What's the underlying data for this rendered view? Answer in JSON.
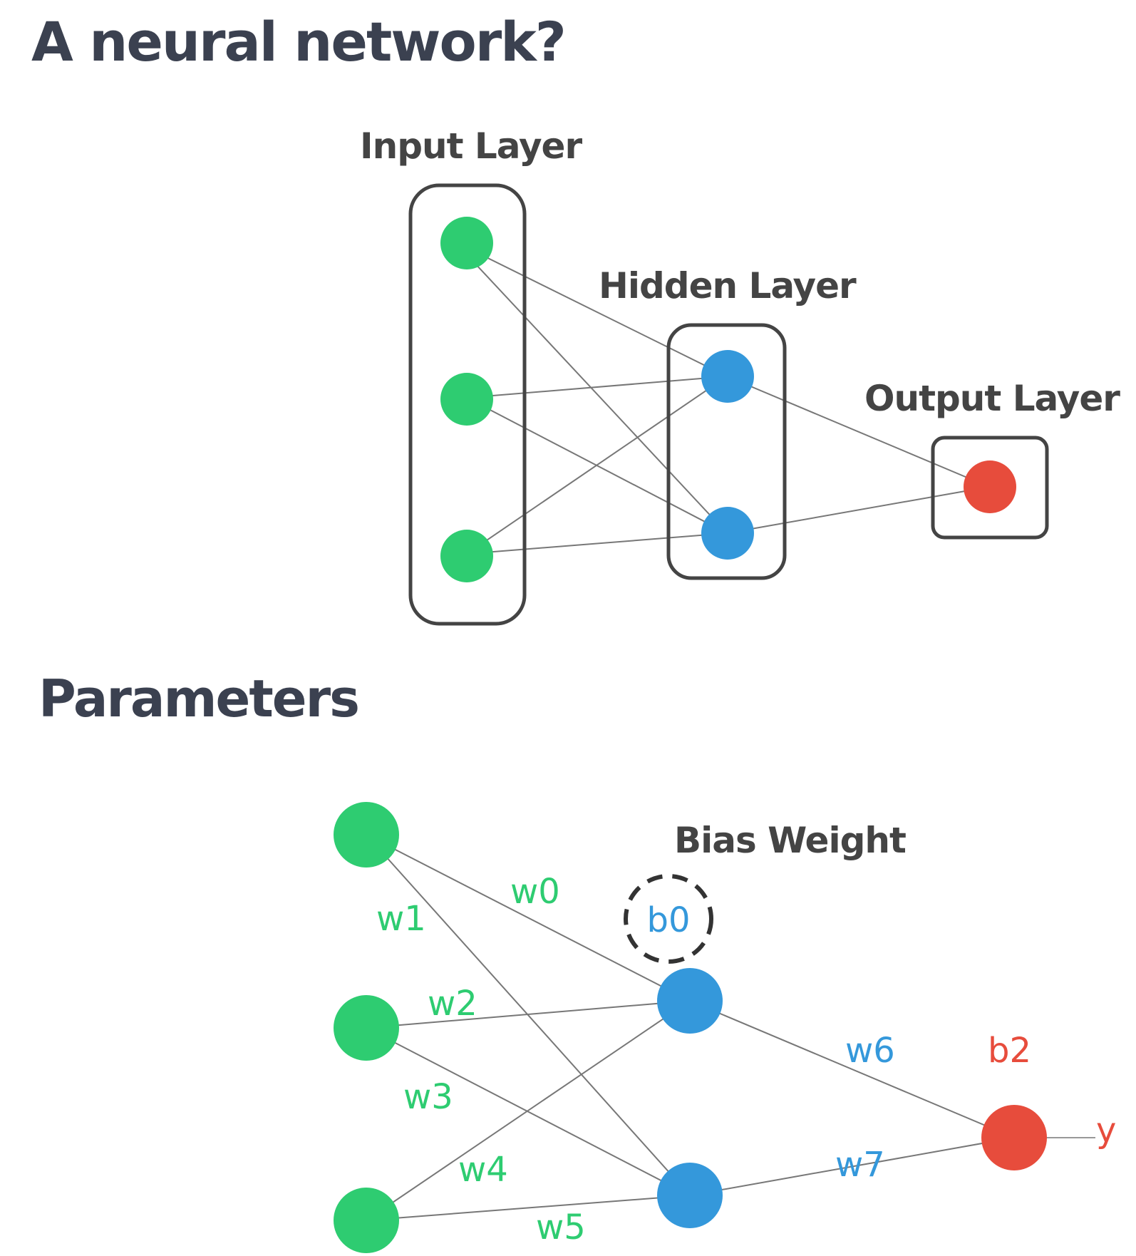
{
  "headings": {
    "title": "A neural network?",
    "parameters": "Parameters"
  },
  "diagram1": {
    "layers": [
      {
        "label": "Input Layer",
        "nodes": 3,
        "color": "#2ecc71"
      },
      {
        "label": "Hidden Layer",
        "nodes": 2,
        "color": "#3498db"
      },
      {
        "label": "Output Layer",
        "nodes": 1,
        "color": "#e74c3c"
      }
    ],
    "connections": "fully connected"
  },
  "diagram2": {
    "bias_label": "Bias Weight",
    "bias_hidden": "b0",
    "bias_output": "b2",
    "output_label": "y",
    "weights_input_hidden": [
      "w0",
      "w1",
      "w2",
      "w3",
      "w4",
      "w5"
    ],
    "weights_hidden_output": [
      "w6",
      "w7"
    ],
    "colors": {
      "input": "#2ecc71",
      "hidden": "#3498db",
      "output": "#e74c3c",
      "line": "#777777",
      "box": "#444444"
    }
  }
}
